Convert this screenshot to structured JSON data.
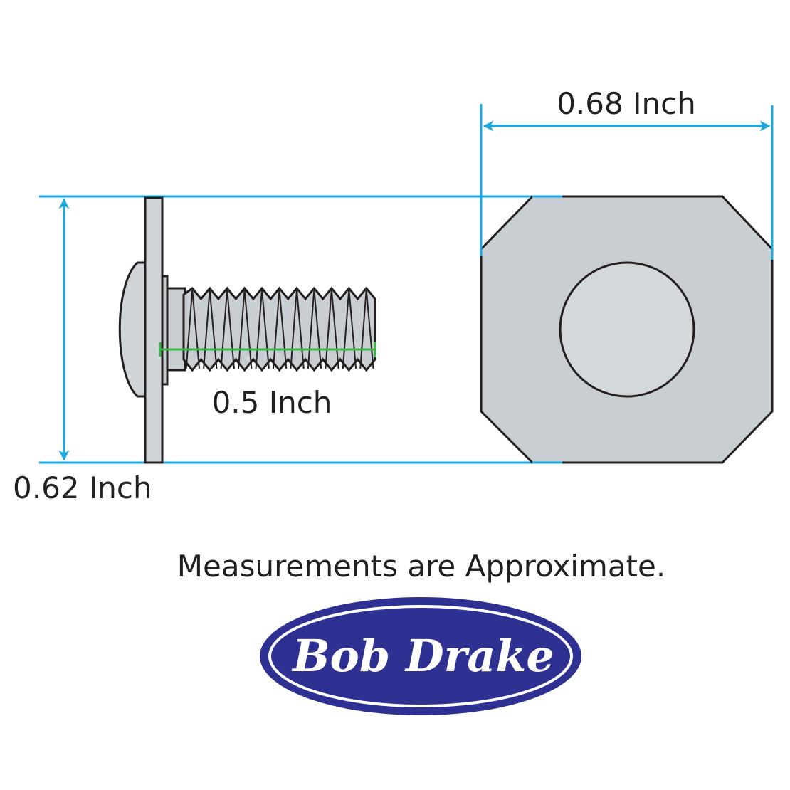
{
  "dimensions": {
    "width_label": "0.68 Inch",
    "height_label": "0.62 Inch",
    "thread_length_label": "0.5 Inch"
  },
  "note": "Measurements are Approximate.",
  "logo": {
    "text": "Bob Drake"
  },
  "colors": {
    "dimension_line": "#1ba8e0",
    "thread_length_line": "#3ab54a",
    "part_fill": "#c8ced2",
    "outline": "#231f20",
    "logo_fill": "#2e3192"
  }
}
